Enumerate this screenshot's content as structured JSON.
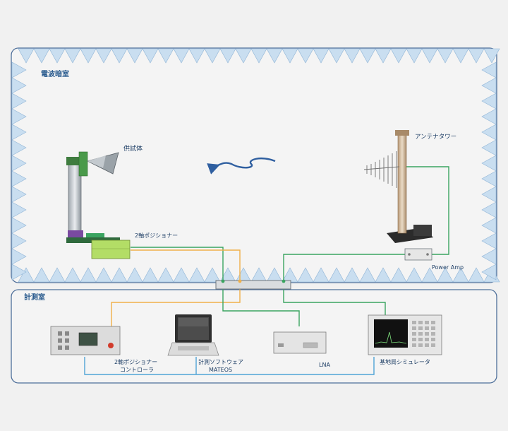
{
  "chamber": {
    "label": "電波暗室"
  },
  "control_room": {
    "label": "計測室"
  },
  "dut": {
    "label": "供試体"
  },
  "positioner": {
    "label": "2軸ポジショナー"
  },
  "antenna_tower": {
    "label": "アンテナタワー"
  },
  "power_amp": {
    "label": "Power Amp"
  },
  "positioner_controller": {
    "label_line1": "2軸ポジショナー",
    "label_line2": "コントローラ"
  },
  "software": {
    "label_line1": "計測ソフトウェア",
    "label_line2": "MATEOS"
  },
  "lna": {
    "label": "LNA"
  },
  "base_station_simulator": {
    "label": "基地局シミュレータ"
  },
  "colors": {
    "wall": "#4e6f9a",
    "absorber": "#c5dcee",
    "label": "#2a5b8e",
    "green_cable": "#3aa460",
    "orange_cable": "#f0b04a",
    "blue_cable": "#4fa3d6",
    "arrow": "#2f5fa0"
  }
}
